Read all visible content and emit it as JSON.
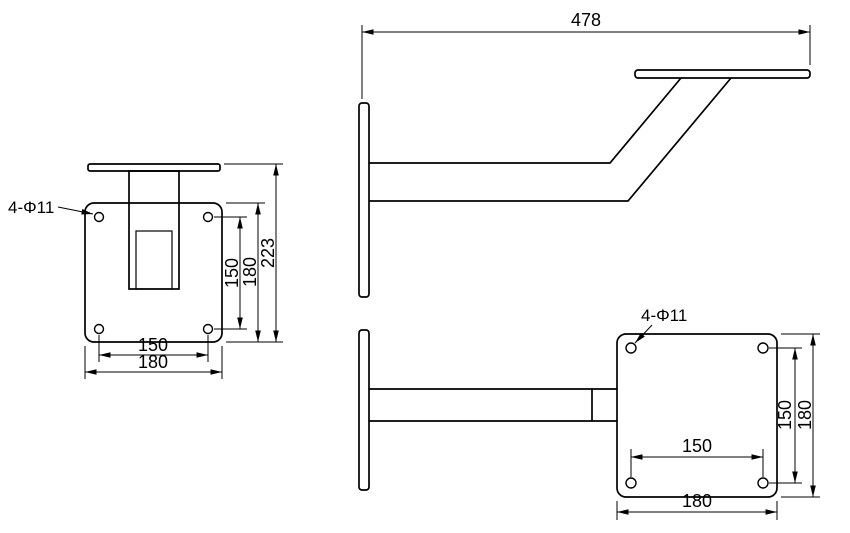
{
  "front_view": {
    "hole_callout": "4-Φ11",
    "dims": {
      "hole_spacing_vertical": "150",
      "plate_height": "180",
      "overall_height": "223",
      "hole_spacing_horizontal": "150",
      "plate_width": "180"
    }
  },
  "side_view": {
    "dims": {
      "overall_length": "478"
    }
  },
  "plan_view": {
    "hole_callout": "4-Φ11",
    "dims": {
      "hole_spacing_vertical": "150",
      "plate_height": "180",
      "hole_spacing_horizontal": "150",
      "plate_width": "180"
    }
  }
}
